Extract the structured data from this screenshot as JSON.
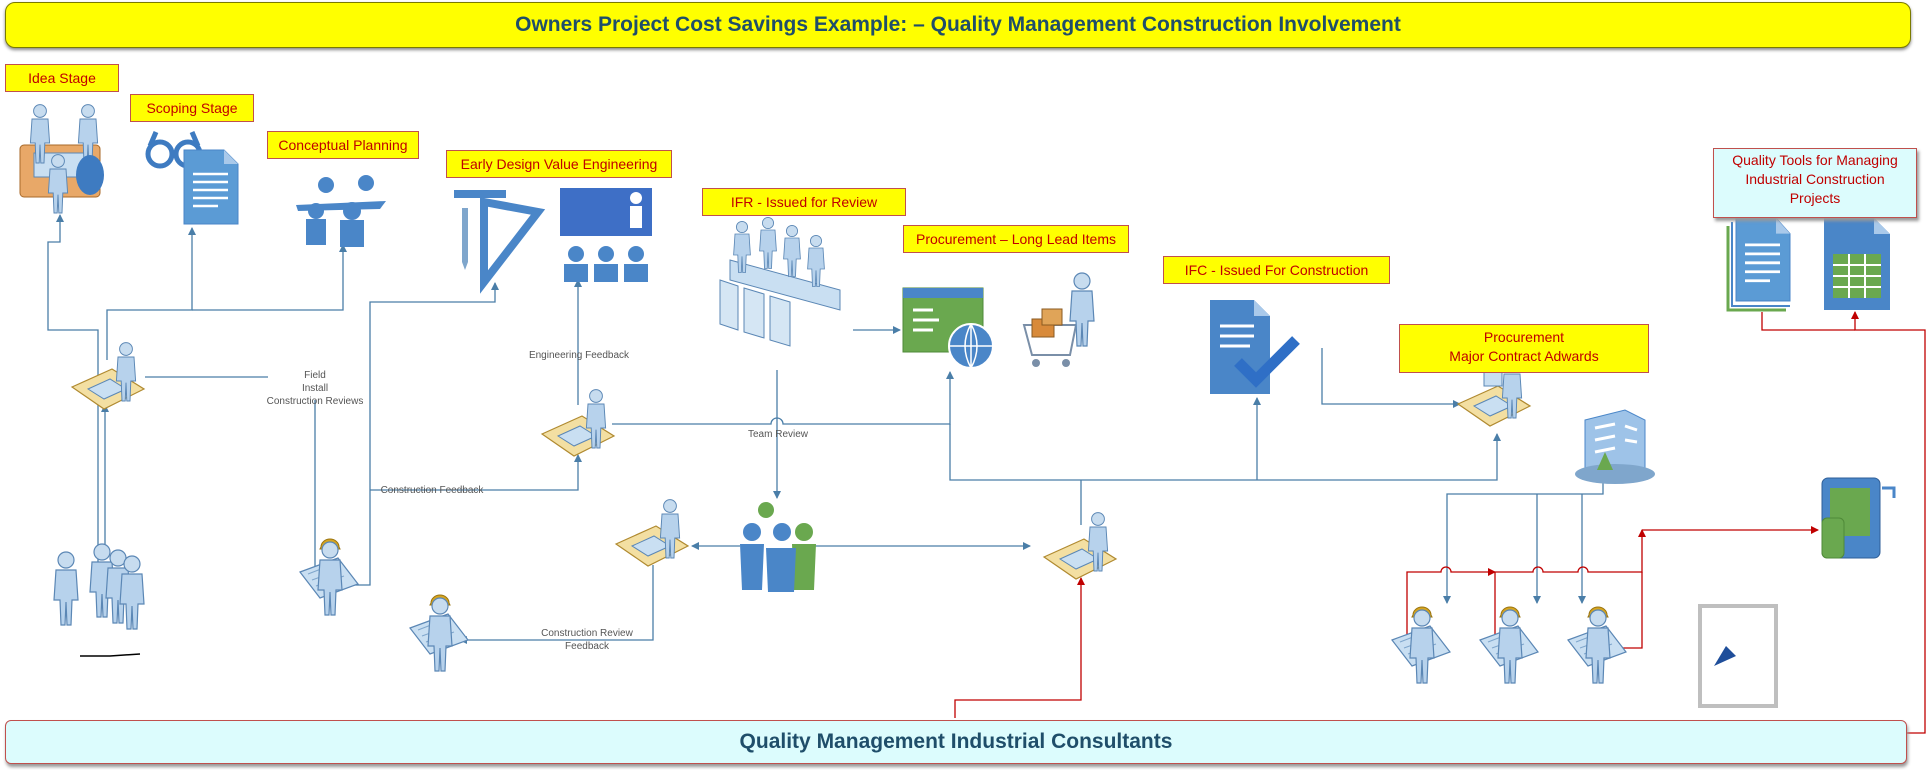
{
  "title": "Owners Project Cost Savings Example:  – Quality Management Construction Involvement",
  "footer": "Quality Management Industrial Consultants",
  "stages": {
    "idea": "Idea Stage",
    "scoping": "Scoping Stage",
    "conceptual": "Conceptual Planning",
    "early_design": "Early Design Value Engineering",
    "ifr": "IFR - Issued for Review",
    "procurement_long_lead": "Procurement – Long Lead Items",
    "ifc": "IFC - Issued For Construction",
    "procurement_major_line1": "Procurement",
    "procurement_major_line2": "Major Contract Adwards"
  },
  "tools_box": "Quality Tools for Managing\nIndustrial Construction\nProjects",
  "edge_labels": {
    "field_reviews": [
      "Field",
      "Install",
      "Construction Reviews"
    ],
    "engineering_feedback": "Engineering Feedback",
    "team_review": "Team Review",
    "construction_feedback": "Construction Feedback",
    "construction_review_feedback": [
      "Construction Review",
      "Feedback"
    ]
  },
  "logo_text": "Quality Management Industrial Consultants",
  "colors": {
    "header_fill": "#ffff00",
    "stage_text": "#c00000",
    "stage_border": "#c0504d",
    "footer_fill": "#dcfcfd",
    "title_text": "#1f4e6a",
    "connector_blue": "#4a7ea8",
    "connector_red": "#c00000",
    "icon_blue": "#4a86c8",
    "icon_green": "#6aa84f"
  }
}
